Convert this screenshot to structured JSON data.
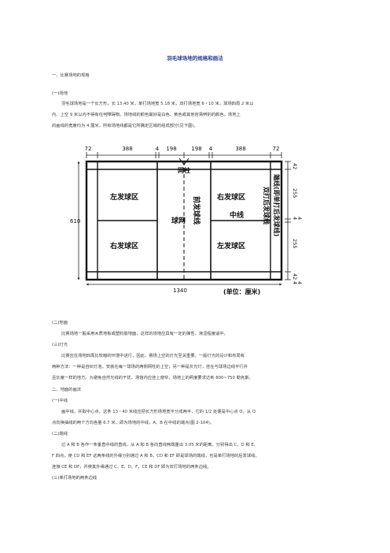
{
  "title": "羽毛球场地的规格和画法",
  "paragraphs": [
    "一、比赛场地的规格",
    "(一)场地",
    "羽毛球场地是一个长方形，长 13.40 米，单打场地宽 5.18 米，双打场地宽 6・10 米，球场四周 2 米以",
    "内、上空 9 米以内不得有任何障碍物。场地线的颜色最好是白色、黄色或其他容易辨别的颜色。场地上",
    "的画线的宽度均为 4 厘米，所有场地线都是它所确定区域的组成部分(见下图)。",
    "(二)地面",
    "比赛场地一般采用木质地板或塑料胶地面，这样的场地应具有一定的弹性，滑涩程度适中。",
    "(三)灯光",
    "比赛应在场地四周比较暗的环境中进行，因此，赛场上空的灯光至关重要。一般灯光的设计和布局有",
    "两种方法：一种是自织灯泡，安装在每一球场的两侧网柱的上空；另一种是灰光灯，挂在与球场边线平行并",
    "且长度一样的地方。为避免自然光线的干扰，场馆内应挂上窗帘，场地上的照度要求达到 800~750 勒克斯。",
    "二、地面的画法",
    "(一)中线",
    "画中线，并取中心点。这条 13・40 米线应把长方形场地宽平分成两半，它的 1/2 处便是中心点 O，从 O",
    "点向换抽线的两个方向各量 6.7 米，即为场地的中线，A、B 在中线的端点(图 2-104)。",
    "(二)端线",
    "过 A 和 B 各作一条垂直中线的直线，从 A 和 B 各向直线两端量出 3.05 米的距离，分别得出 C、D 和 E、",
    "F 四点，使 CD 和 EF 这两条线的外缘分别通过 A 和 B，CD 和 EF 即是球场的端线，也是单打场地的后发球线。",
    "连接 CE 和 DF，并使其外缘通过 C、E、D、F，CE 和 DF 即为双打场地的两条边线。",
    "(三)单打场地的两条边线"
  ],
  "diagram": {
    "top_dims": [
      "72",
      "388",
      "4",
      "198",
      "198",
      "4",
      "388",
      "72"
    ],
    "left_dim": "610",
    "right_dims": [
      "42",
      "255",
      "4",
      "4",
      "255",
      "42",
      "4",
      "4"
    ],
    "bottom_dim": "1340",
    "labels": {
      "net_post": "网柱",
      "left_serve_left": "左发球区",
      "right_serve_left": "右发球区",
      "net": "球网",
      "front_serve_line": "前发球线",
      "right_serve_right": "右发球区",
      "center_line": "中线",
      "left_serve_right": "左发球区",
      "doubles_back_serve_line": "端线(即单打后发球线)",
      "back_serve_line_doubles": "双打后发球线",
      "unit": "(单位：厘米)"
    }
  }
}
